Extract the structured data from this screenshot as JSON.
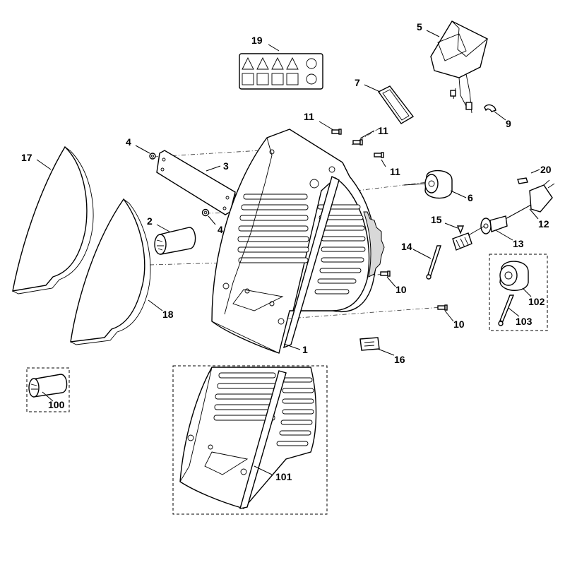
{
  "labels": {
    "l1": "1",
    "l2": "2",
    "l3": "3",
    "l4a": "4",
    "l4b": "4",
    "l5": "5",
    "l6": "6",
    "l7": "7",
    "l9": "9",
    "l10a": "10",
    "l10b": "10",
    "l11a": "11",
    "l11b": "11",
    "l11c": "11",
    "l12": "12",
    "l13": "13",
    "l14": "14",
    "l15": "15",
    "l16": "16",
    "l17": "17",
    "l18": "18",
    "l19": "19",
    "l20": "20",
    "l100": "100",
    "l101": "101",
    "l102": "102",
    "l103": "103"
  }
}
